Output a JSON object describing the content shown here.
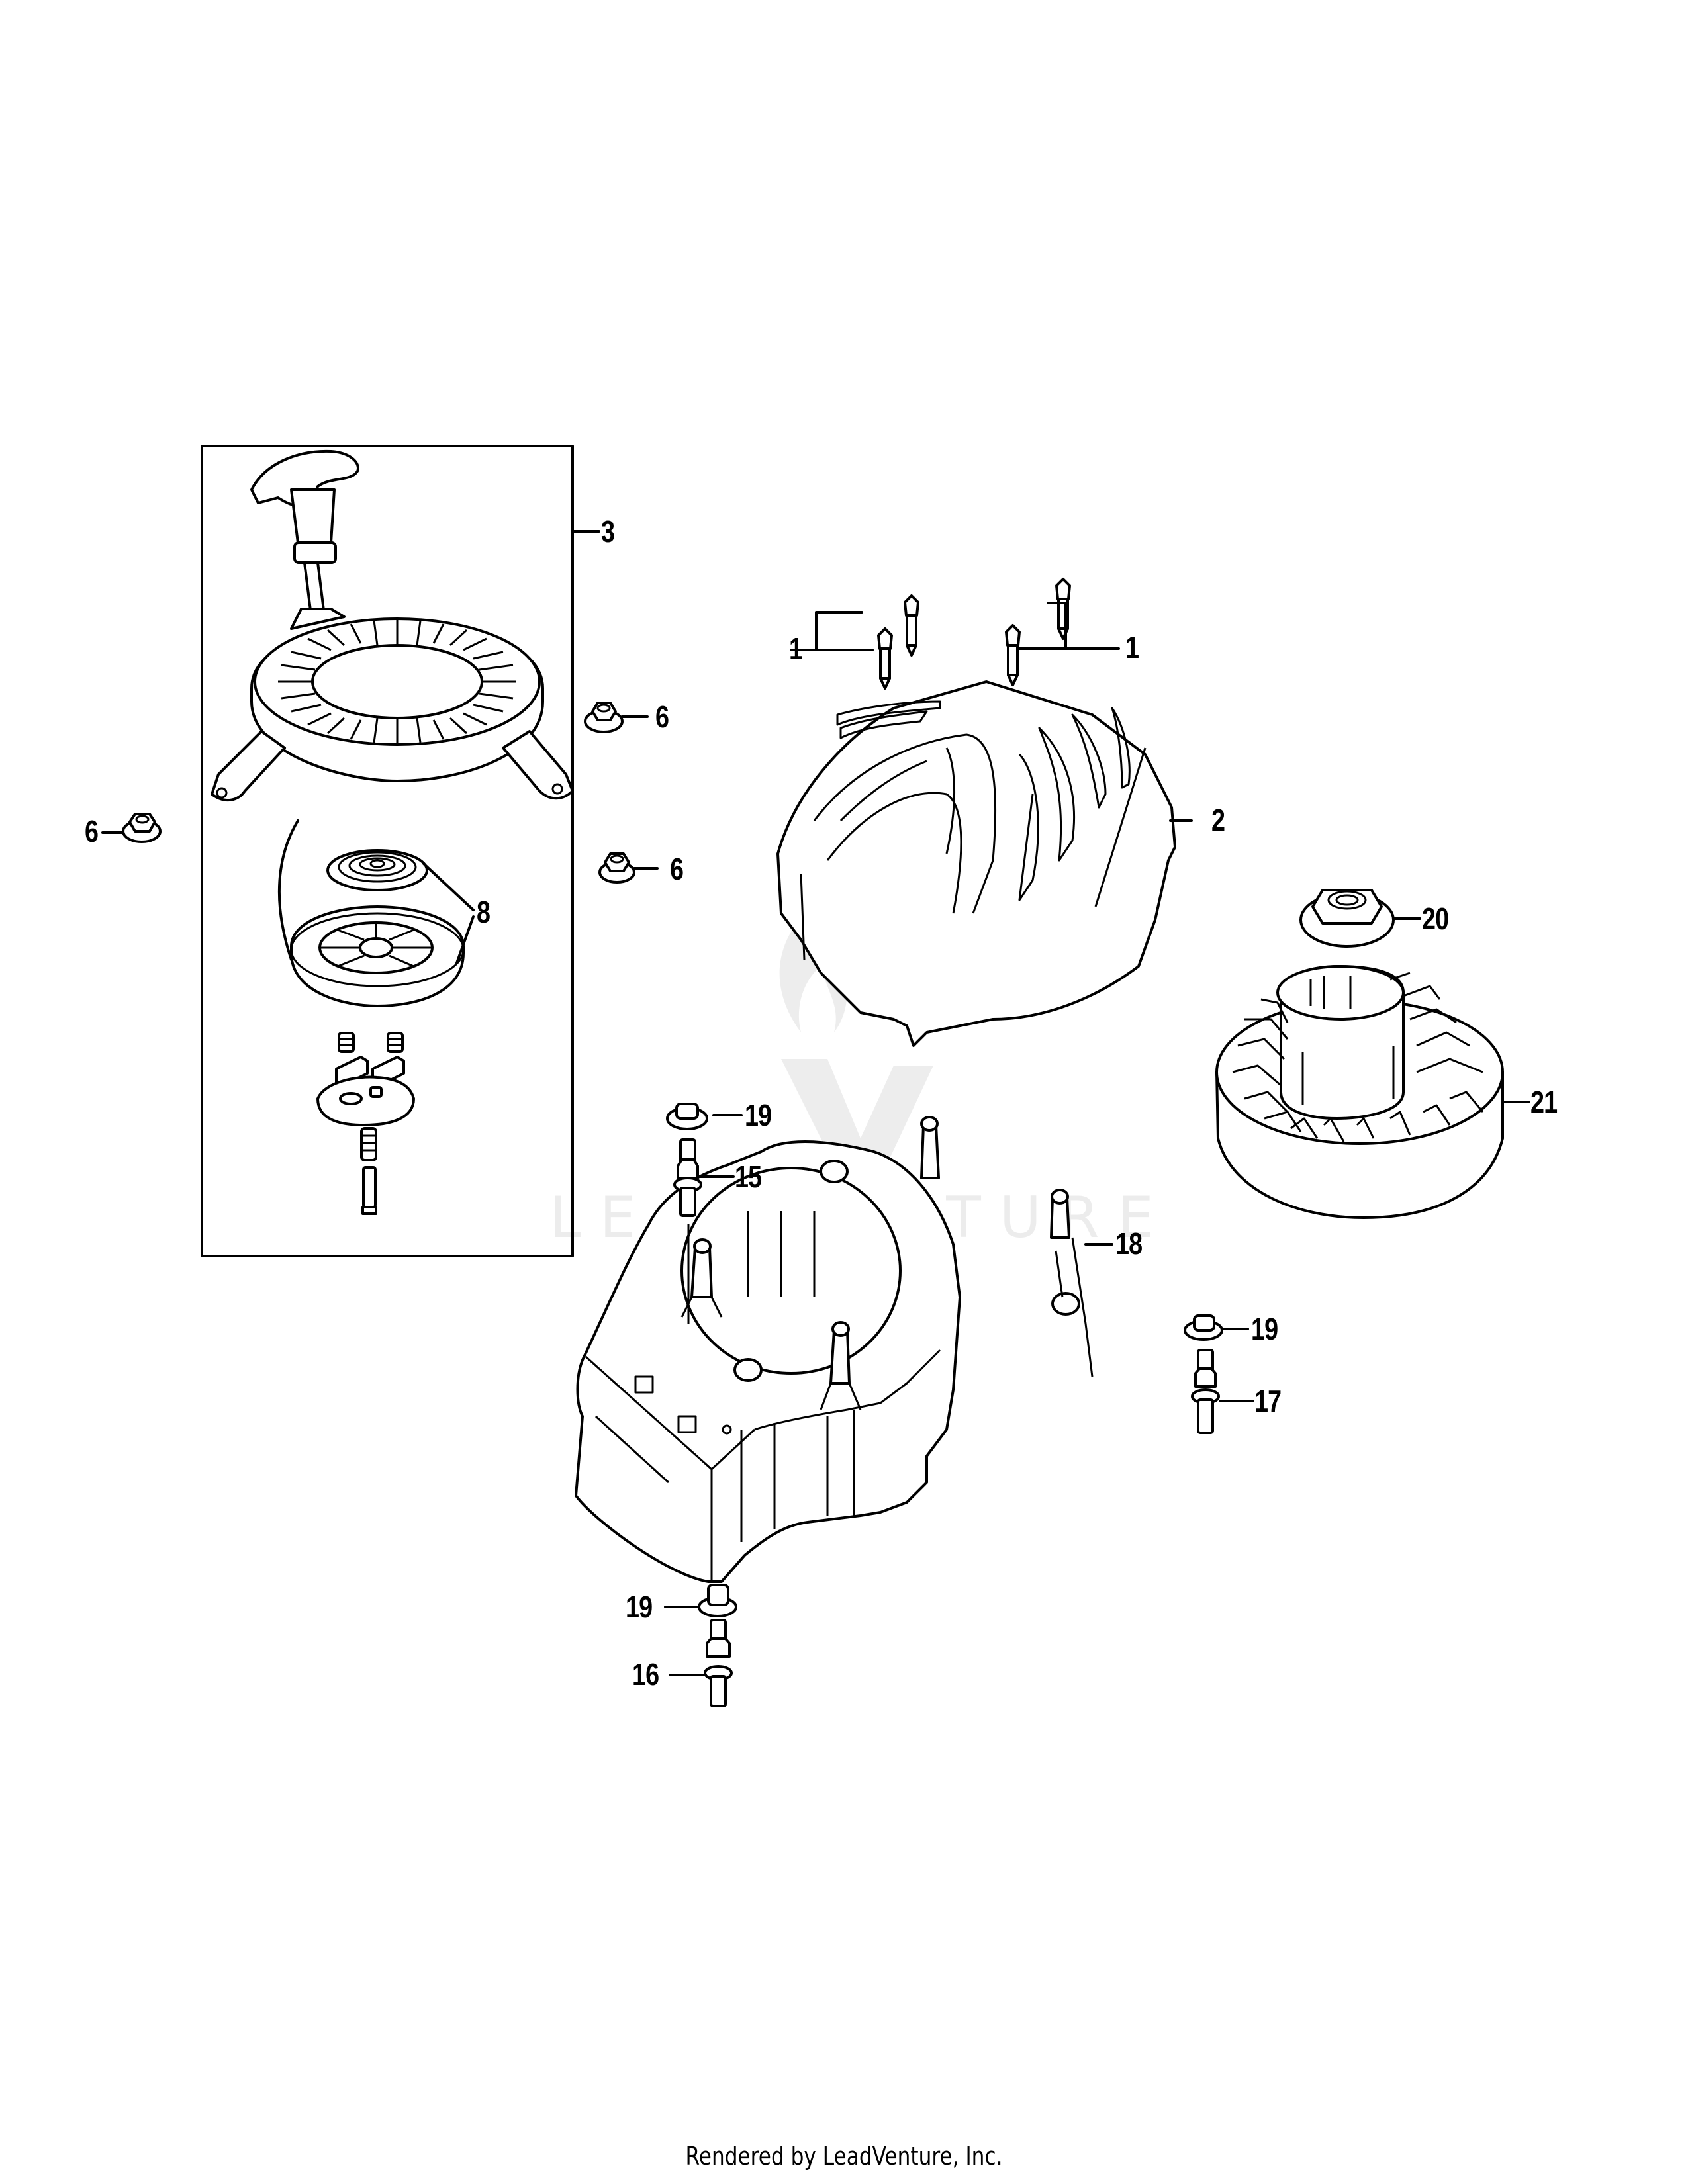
{
  "diagram": {
    "type": "exploded-parts-diagram",
    "subject": "Recoil starter, blower housing, flywheel and fasteners",
    "watermark_text": "LEADVENTURE",
    "footer_text": "Rendered by LeadVenture, Inc.",
    "callouts": [
      {
        "id": "c1a",
        "label": "1",
        "part": "screw (left pair)"
      },
      {
        "id": "c1b",
        "label": "1",
        "part": "screw (right pair)"
      },
      {
        "id": "c2",
        "label": "2",
        "part": "shroud cover"
      },
      {
        "id": "c3",
        "label": "3",
        "part": "recoil starter assembly (boxed)"
      },
      {
        "id": "c6a",
        "label": "6",
        "part": "flange nut (left)"
      },
      {
        "id": "c6b",
        "label": "6",
        "part": "flange nut (upper)"
      },
      {
        "id": "c6c",
        "label": "6",
        "part": "flange nut (lower)"
      },
      {
        "id": "c8",
        "label": "8",
        "part": "recoil spring & pulley"
      },
      {
        "id": "c15",
        "label": "15",
        "part": "stud"
      },
      {
        "id": "c16",
        "label": "16",
        "part": "stud"
      },
      {
        "id": "c17",
        "label": "17",
        "part": "stud"
      },
      {
        "id": "c18",
        "label": "18",
        "part": "blower housing"
      },
      {
        "id": "c19a",
        "label": "19",
        "part": "flange nut (upper left)"
      },
      {
        "id": "c19b",
        "label": "19",
        "part": "flange nut (right)"
      },
      {
        "id": "c19c",
        "label": "19",
        "part": "flange nut (bottom)"
      },
      {
        "id": "c20",
        "label": "20",
        "part": "flywheel nut"
      },
      {
        "id": "c21",
        "label": "21",
        "part": "flywheel"
      }
    ]
  }
}
